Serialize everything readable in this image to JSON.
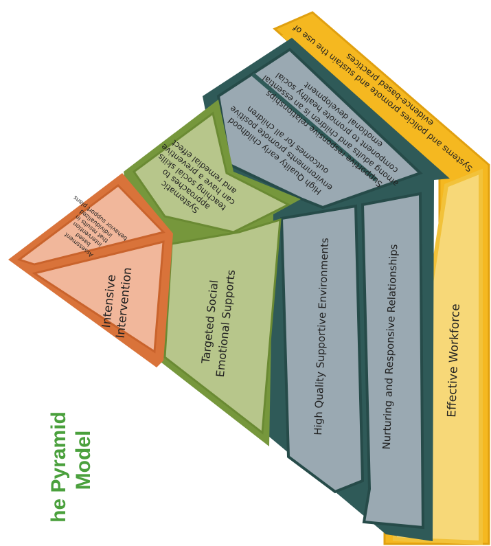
{
  "title": {
    "line1": "he Pyramid",
    "line2": "Model"
  },
  "tiers": {
    "foundation": {
      "label": "Effective Workforce",
      "description_lines": [
        "Systems and policies promote and sustain the use of",
        "evidence-based practices"
      ]
    },
    "universal": {
      "label_left": "High Quality Supportive Environments",
      "label_right": "Nurturing and Responsive Relationships",
      "description_left": [
        "High Quality early childhood",
        "environments promote positive",
        "outcomes for all children"
      ],
      "description_right": [
        "Supportive responsive relationships",
        "among adults and children is an essential",
        "component to promote healthy social",
        "emotional development"
      ]
    },
    "targeted": {
      "label_lines": [
        "Targeted Social",
        "Emotional Supports"
      ],
      "description_lines": [
        "Systematic",
        "approaches to",
        "teaching social skills",
        "can have a preventive",
        "and remedial effect"
      ]
    },
    "intensive": {
      "label_lines": [
        "Intensive",
        "Intervention"
      ],
      "description_lines": [
        "Assessment",
        "based",
        "intervention",
        "that results in",
        "individualized",
        "behavior support plans"
      ]
    }
  },
  "colors": {
    "foundation_outer": "#f5b820",
    "foundation_inner": "#f7d878",
    "universal_border": "#2f5a58",
    "universal_fill": "#9aa9b2",
    "targeted_border": "#76973c",
    "targeted_fill": "#b7c68b",
    "intensive_border": "#d9733a",
    "intensive_fill": "#f1b79b",
    "title": "#4aa03c"
  }
}
